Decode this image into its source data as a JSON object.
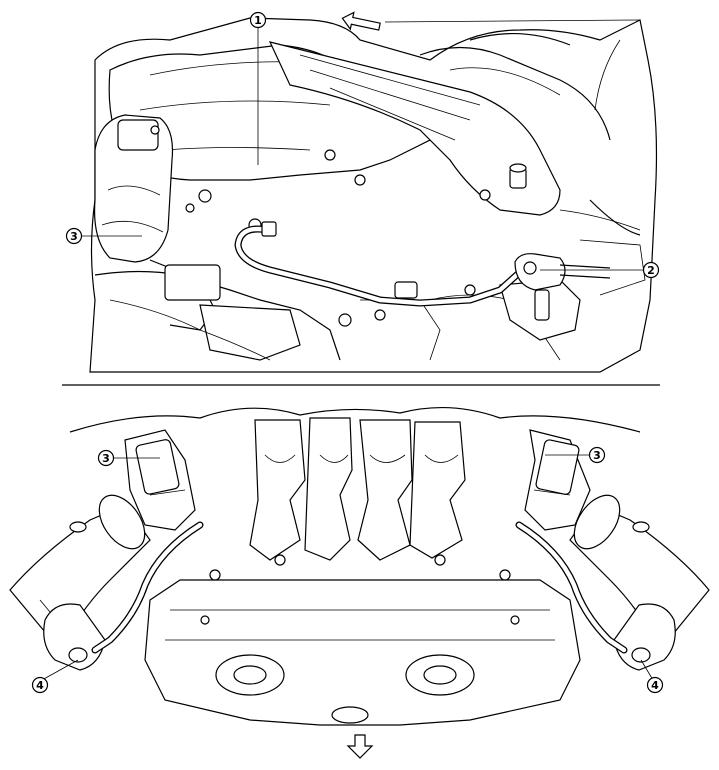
{
  "callouts": {
    "top": [
      {
        "label": "1"
      },
      {
        "label": "2"
      },
      {
        "label": "3"
      }
    ],
    "bottom": [
      {
        "label": "3"
      },
      {
        "label": "3"
      },
      {
        "label": "4"
      },
      {
        "label": "4"
      }
    ]
  },
  "icons": {
    "front_arrow_top": "front-direction-arrow-icon",
    "front_arrow_bottom": "down-arrow-icon"
  },
  "colors": {
    "line": "#000000",
    "background": "#ffffff"
  }
}
